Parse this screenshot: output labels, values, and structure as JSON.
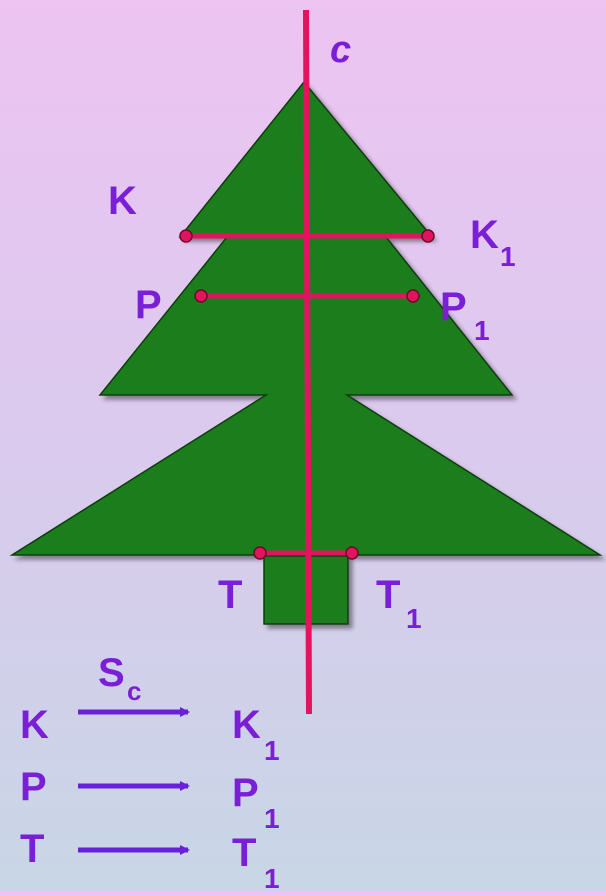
{
  "axis_label": "c",
  "points": {
    "K": {
      "label": "K",
      "sub": ""
    },
    "K1": {
      "label": "K",
      "sub": "1"
    },
    "P": {
      "label": "P",
      "sub": ""
    },
    "P1": {
      "label": "P",
      "sub": "1"
    },
    "T": {
      "label": "T",
      "sub": ""
    },
    "T1": {
      "label": "T",
      "sub": "1"
    }
  },
  "mapping": {
    "operator": {
      "label": "S",
      "sub": "c"
    },
    "rows": [
      {
        "from": "K",
        "to": "K",
        "to_sub": "1"
      },
      {
        "from": "P",
        "to": "P",
        "to_sub": "1"
      },
      {
        "from": "T",
        "to": "T",
        "to_sub": "1"
      }
    ]
  },
  "colors": {
    "tree_fill": "#1e7d1e",
    "tree_stroke": "#0e3d0e",
    "axis_line": "#e2145e",
    "segment": "#e2145e",
    "point_fill": "#e2145e",
    "label": "#7a1fd6",
    "arrow": "#6a1fd8"
  }
}
